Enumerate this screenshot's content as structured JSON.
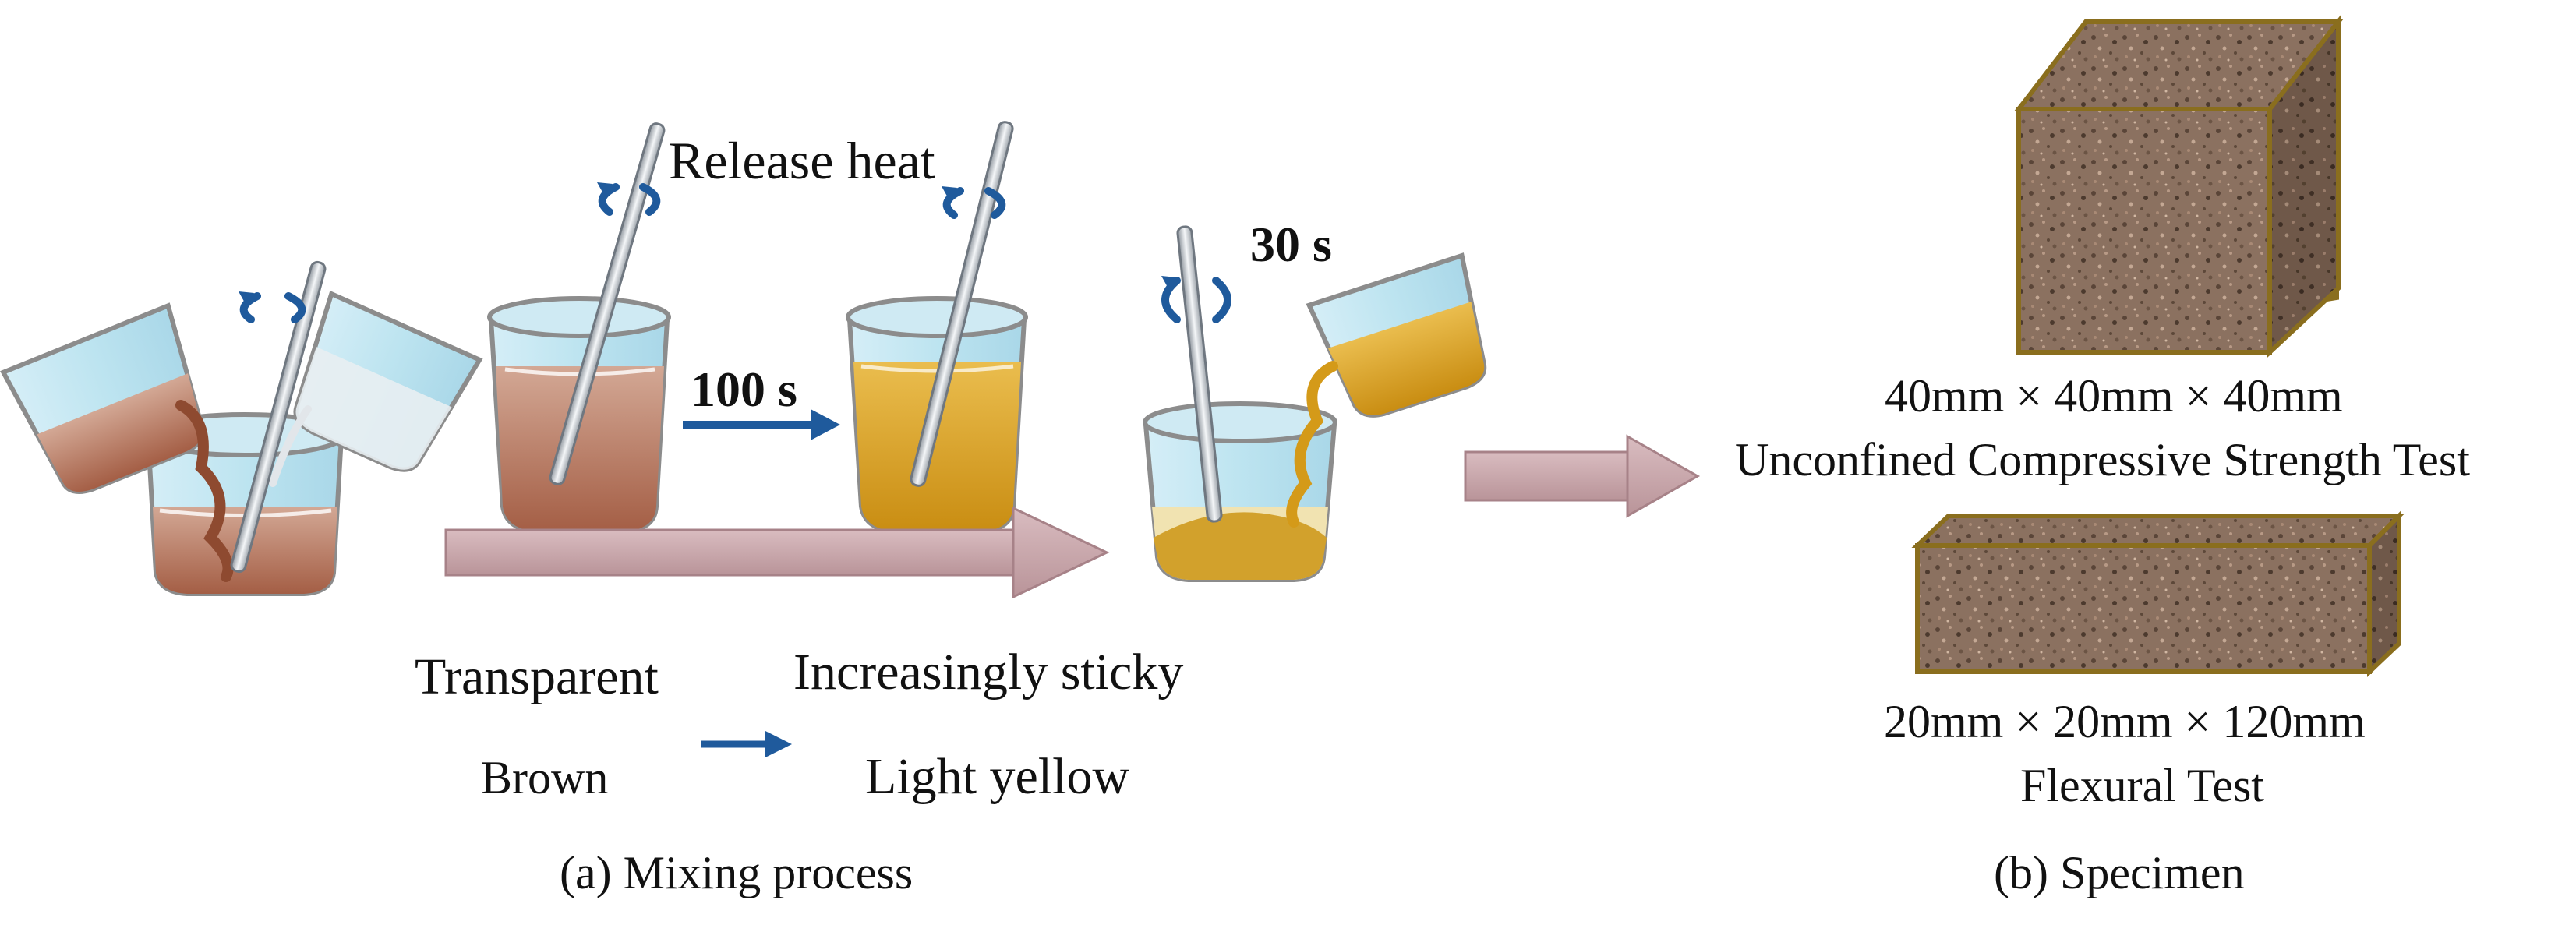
{
  "figure": {
    "mixing": {
      "release_heat": "Release heat",
      "time_first": "100 s",
      "time_second": "30 s",
      "before_state": {
        "clarity": "Transparent",
        "color": "Brown"
      },
      "after_state": {
        "texture": "Increasingly sticky",
        "color": "Light yellow"
      },
      "caption": "(a) Mixing process"
    },
    "specimen": {
      "cube": {
        "dimensions": "40mm × 40mm × 40mm",
        "test": "Unconfined Compressive Strength Test"
      },
      "beam": {
        "dimensions": "20mm × 20mm × 120mm",
        "test": "Flexural Test"
      },
      "caption": "(b) Specimen"
    }
  },
  "colors": {
    "beaker_glass": "#bfe6f1",
    "brown_liquid": "#a86a52",
    "yellow_liquid": "#d9a21f",
    "arrow_blue": "#1f5a9c",
    "big_arrow": "#c9a7ab",
    "specimen_edge": "#8a6e1e",
    "specimen_fill": "#8a7060"
  }
}
